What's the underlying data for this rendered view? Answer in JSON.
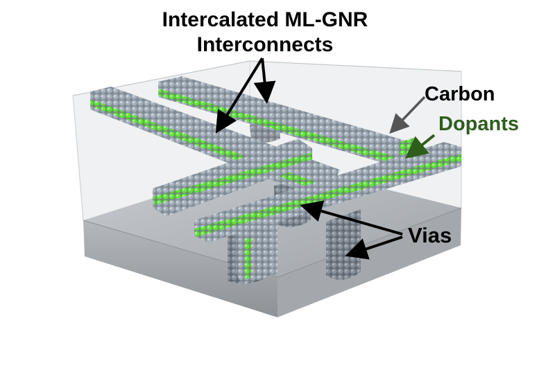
{
  "title": {
    "line1": "Intercalated ML-GNR",
    "line2": "Interconnects"
  },
  "labels": {
    "carbon": "Carbon",
    "dopants": "Dopants",
    "vias": "Vias"
  },
  "colors": {
    "carbon_atom": "#8f9aa6",
    "dopant_atom": "#5fe33a",
    "dopant_label": "#2e5d1c",
    "arrow": "#000000",
    "substrate": "#b9bdc1",
    "enclosure": "#d8dcdf"
  }
}
